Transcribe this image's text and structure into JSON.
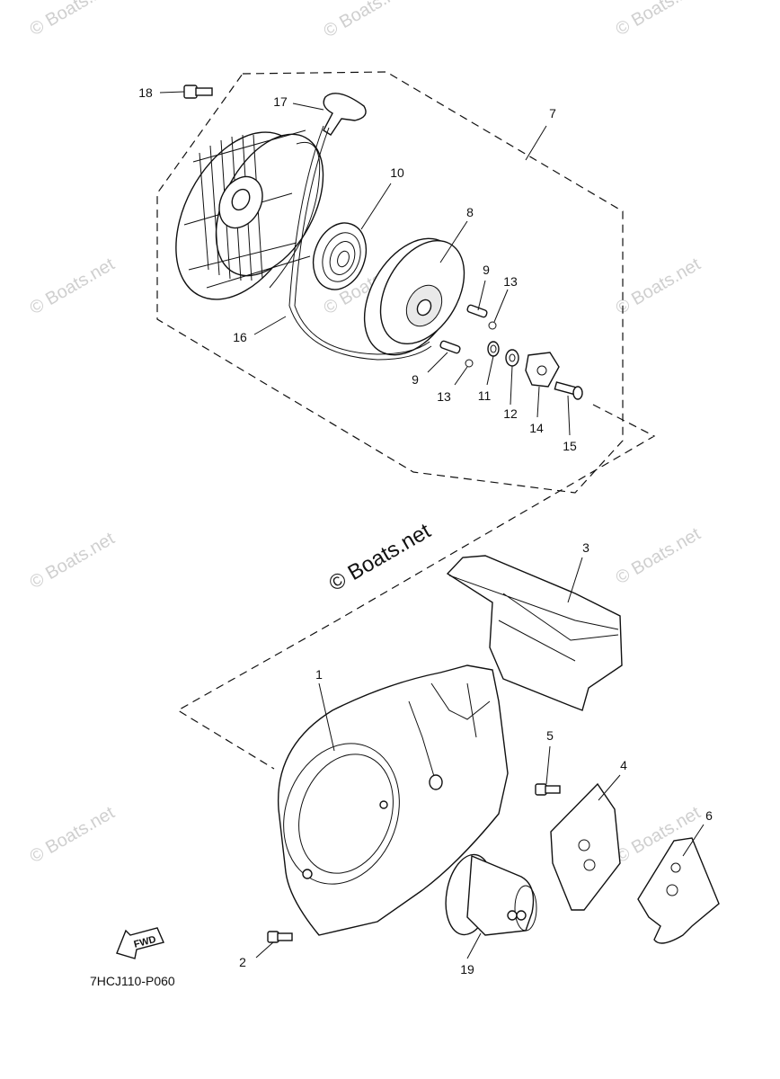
{
  "diagram": {
    "callouts": [
      {
        "id": "1",
        "text": "1"
      },
      {
        "id": "2",
        "text": "2"
      },
      {
        "id": "3",
        "text": "3"
      },
      {
        "id": "4",
        "text": "4"
      },
      {
        "id": "5",
        "text": "5"
      },
      {
        "id": "6",
        "text": "6"
      },
      {
        "id": "7",
        "text": "7"
      },
      {
        "id": "8",
        "text": "8"
      },
      {
        "id": "9a",
        "text": "9"
      },
      {
        "id": "9b",
        "text": "9"
      },
      {
        "id": "10",
        "text": "10"
      },
      {
        "id": "11",
        "text": "11"
      },
      {
        "id": "12",
        "text": "12"
      },
      {
        "id": "13a",
        "text": "13"
      },
      {
        "id": "13b",
        "text": "13"
      },
      {
        "id": "14",
        "text": "14"
      },
      {
        "id": "15",
        "text": "15"
      },
      {
        "id": "16",
        "text": "16"
      },
      {
        "id": "17",
        "text": "17"
      },
      {
        "id": "18",
        "text": "18"
      },
      {
        "id": "19",
        "text": "19"
      }
    ],
    "watermark_small": "© Boats.net",
    "watermark_center": "© Boats.net",
    "fwd_label": "FWD",
    "drawing_code": "7HCJ110-P060"
  }
}
